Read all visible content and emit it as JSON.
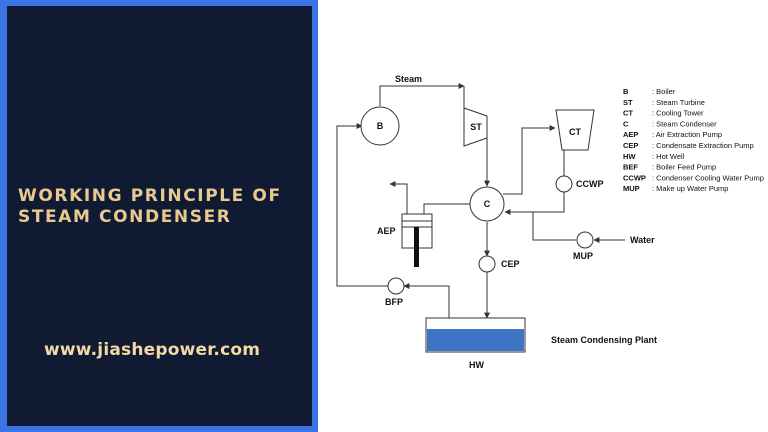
{
  "title_lines": [
    "WORKING PRINCIPLE OF",
    "STEAM CONDENSER"
  ],
  "website": "www.jiashepower.com",
  "diagram": {
    "steam_label": "Steam",
    "water_label": "Water",
    "caption": "Steam Condensing Plant",
    "nodes": {
      "boiler": "B",
      "turbine": "ST",
      "cooling_tower": "CT",
      "condenser": "C",
      "ccwp": "CCWP",
      "aep": "AEP",
      "cep": "CEP",
      "mup": "MUP",
      "bfp": "BFP",
      "hot_well": "HW"
    }
  },
  "legend": [
    {
      "abbr": "B",
      "desc": ": Boiler"
    },
    {
      "abbr": "ST",
      "desc": ": Steam Turbine"
    },
    {
      "abbr": "CT",
      "desc": ": Cooling Tower"
    },
    {
      "abbr": "C",
      "desc": ": Steam Condenser"
    },
    {
      "abbr": "AEP",
      "desc": ": Air Extraction Pump"
    },
    {
      "abbr": "CEP",
      "desc": ": Condensate Extraction Pump"
    },
    {
      "abbr": "HW",
      "desc": ": Hot Well"
    },
    {
      "abbr": "BEF",
      "desc": ": Boiler Feed Pump"
    },
    {
      "abbr": "CCWP",
      "desc": ": Condenser Cooling Water Pump"
    },
    {
      "abbr": "MUP",
      "desc": ": Make up Water Pump"
    }
  ],
  "colors": {
    "panel_border": "#3a74e6",
    "panel_bg": "#101b33",
    "title": "#e9c98e",
    "hot_well_water": "#3f73c4"
  }
}
